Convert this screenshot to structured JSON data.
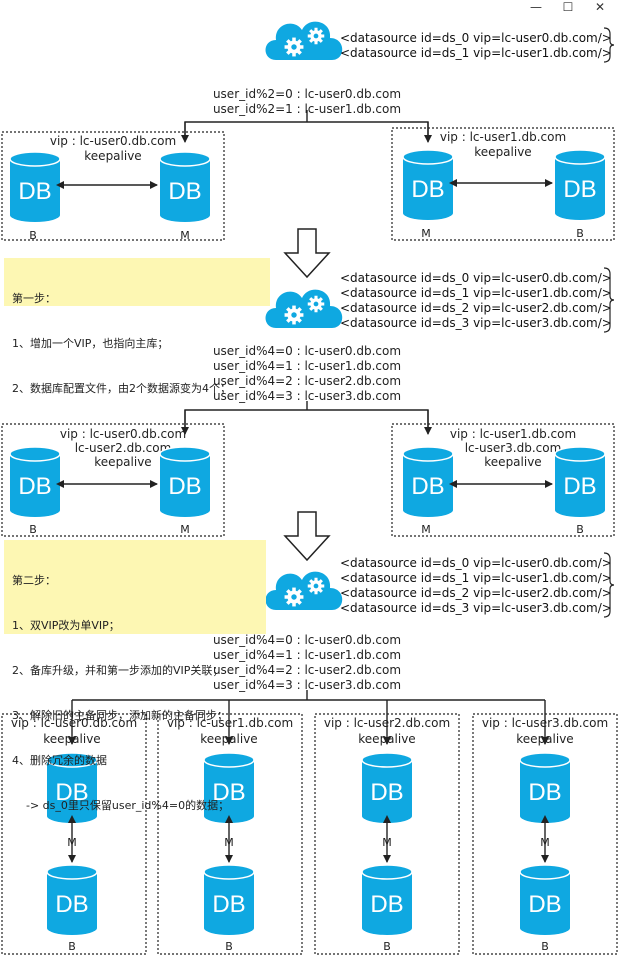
{
  "window": {
    "minimize_glyph": "—",
    "maximize_glyph": "☐",
    "close_glyph": "✕"
  },
  "colors": {
    "db": "#0fa8e1",
    "db_top": "#67cff3",
    "cloud": "#0fa8e1",
    "note_bg": "#fdf7b3"
  },
  "stage1": {
    "datasources": [
      "<datasource id=ds_0 vip=lc-user0.db.com/>",
      "<datasource id=ds_1 vip=lc-user1.db.com/>"
    ],
    "routes": [
      "user_id%2=0 : lc-user0.db.com",
      "user_id%2=1 : lc-user1.db.com"
    ],
    "left_box": {
      "lines": [
        "vip : lc-user0.db.com",
        "keepalive"
      ],
      "db": "DB",
      "left_role": "B",
      "right_role": "M"
    },
    "right_box": {
      "lines": [
        "vip : lc-user1.db.com",
        "keepalive"
      ],
      "db": "DB",
      "left_role": "M",
      "right_role": "B"
    }
  },
  "step1": {
    "note": [
      "第一步：",
      "1、增加一个VIP，也指向主库；",
      "2、数据库配置文件，由2个数据源变为4个；"
    ],
    "datasources": [
      "<datasource id=ds_0 vip=lc-user0.db.com/>",
      "<datasource id=ds_1 vip=lc-user1.db.com/>",
      "<datasource id=ds_2 vip=lc-user2.db.com/>",
      "<datasource id=ds_3 vip=lc-user3.db.com/>"
    ],
    "routes": [
      "user_id%4=0 : lc-user0.db.com",
      "user_id%4=1 : lc-user1.db.com",
      "user_id%4=2 : lc-user2.db.com",
      "user_id%4=3 : lc-user3.db.com"
    ],
    "left_box": {
      "lines": [
        "vip : lc-user0.db.com",
        "lc-user2.db.com",
        "keepalive"
      ],
      "db": "DB",
      "left_role": "B",
      "right_role": "M"
    },
    "right_box": {
      "lines": [
        "vip : lc-user1.db.com",
        "lc-user3.db.com",
        "keepalive"
      ],
      "db": "DB",
      "left_role": "M",
      "right_role": "B"
    }
  },
  "step2": {
    "note": [
      "第二步：",
      "1、双VIP改为单VIP；",
      "2、备库升级，并和第一步添加的VIP关联；",
      "3、解除旧的主备同步，添加新的主备同步；",
      "4、删除冗余的数据",
      "    -> ds_0里只保留user_id%4=0的数据；"
    ],
    "datasources": [
      "<datasource id=ds_0 vip=lc-user0.db.com/>",
      "<datasource id=ds_1 vip=lc-user1.db.com/>",
      "<datasource id=ds_2 vip=lc-user2.db.com/>",
      "<datasource id=ds_3 vip=lc-user3.db.com/>"
    ],
    "routes": [
      "user_id%4=0 : lc-user0.db.com",
      "user_id%4=1 : lc-user1.db.com",
      "user_id%4=2 : lc-user2.db.com",
      "user_id%4=3 : lc-user3.db.com"
    ],
    "boxes": [
      {
        "vip": "vip : lc-user0.db.com",
        "keepalive": "keepalive",
        "db": "DB",
        "link": "M",
        "bottom": "B"
      },
      {
        "vip": "vip : lc-user1.db.com",
        "keepalive": "keepalive",
        "db": "DB",
        "link": "M",
        "bottom": "B"
      },
      {
        "vip": "vip : lc-user2.db.com",
        "keepalive": "keepalive",
        "db": "DB",
        "link": "M",
        "bottom": "B"
      },
      {
        "vip": "vip : lc-user3.db.com",
        "keepalive": "keepalive",
        "db": "DB",
        "link": "M",
        "bottom": "B"
      }
    ]
  }
}
